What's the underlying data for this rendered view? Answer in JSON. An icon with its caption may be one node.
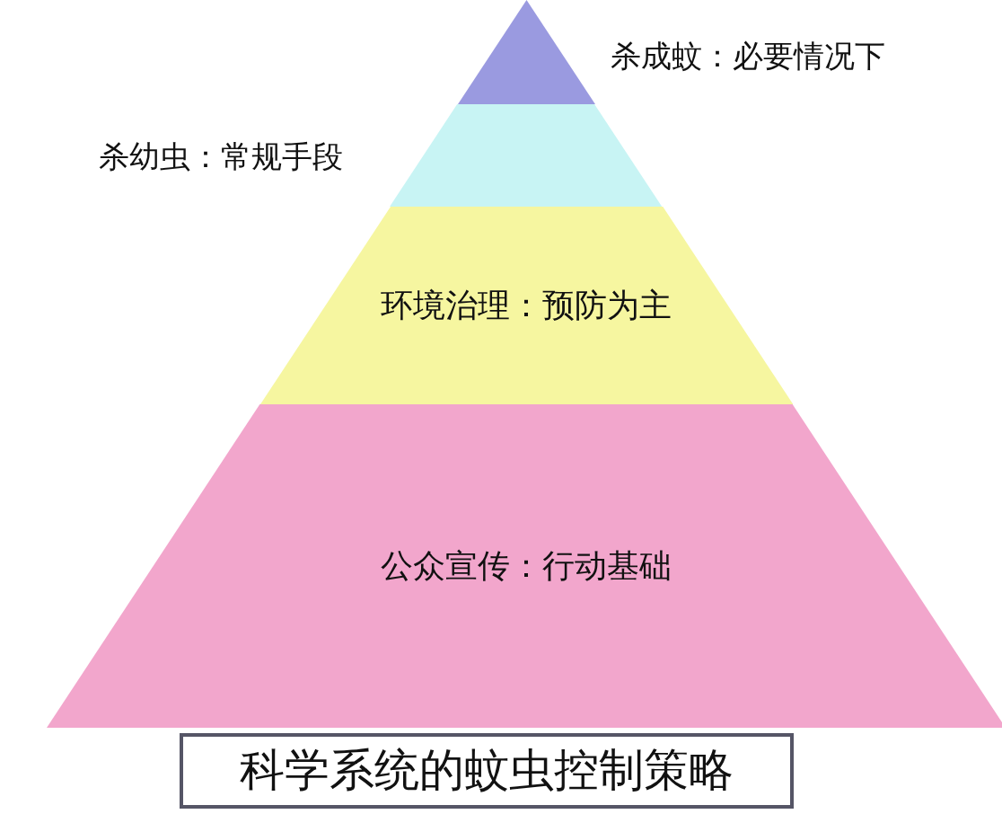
{
  "diagram": {
    "title": "科学系统的蚊虫控制策略",
    "nodes": [
      {
        "text": [],
        "shape": "triangle",
        "beside": [
          "杀成蚊：必要情况下"
        ]
      },
      {
        "text": [],
        "shape": "band",
        "beside": [
          "杀幼虫：常规手段"
        ]
      },
      {
        "text": [
          "环境治理：预防为主"
        ]
      },
      {
        "text": [
          "公众宣传：行动基础"
        ]
      }
    ]
  }
}
